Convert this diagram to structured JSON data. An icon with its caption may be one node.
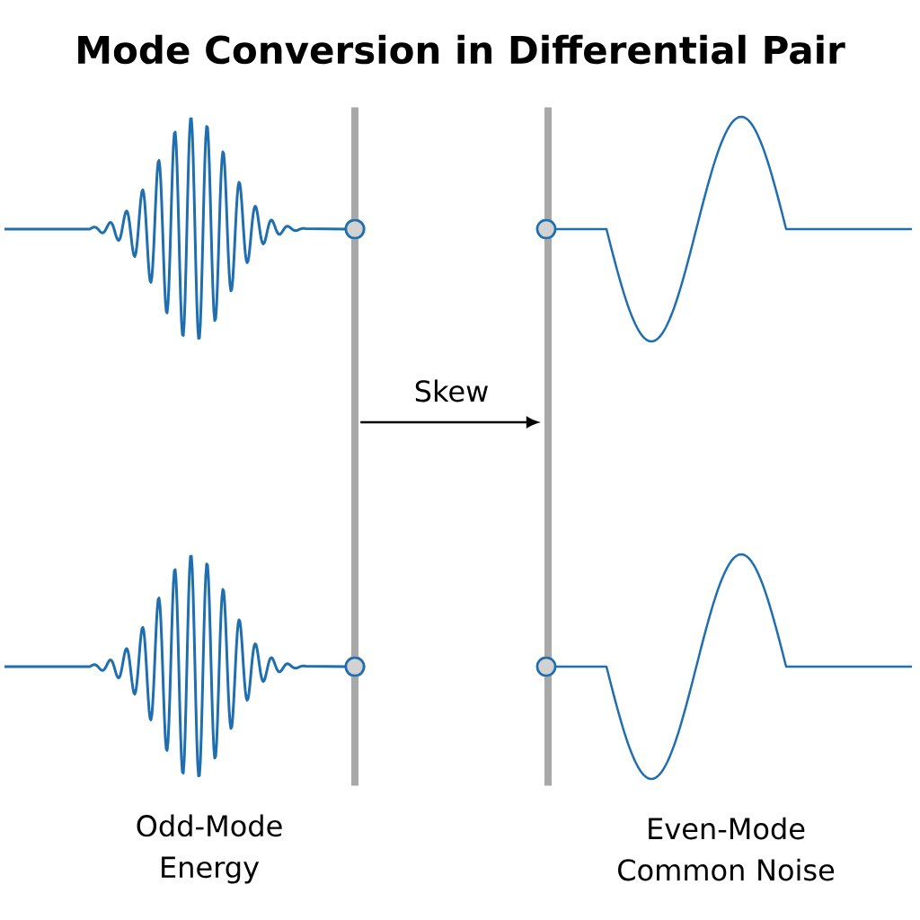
{
  "diagram": {
    "title": "Mode Conversion in Differential Pair",
    "nodes": [
      {
        "text": [],
        "shape": "bar"
      },
      {
        "text": [],
        "shape": "bar"
      }
    ],
    "edges": [
      {
        "from": 0,
        "to": 1,
        "arrow": "to",
        "label": "Skew"
      }
    ],
    "labels": [
      "Odd-Mode Energy",
      "Even-Mode Common Noise"
    ]
  }
}
